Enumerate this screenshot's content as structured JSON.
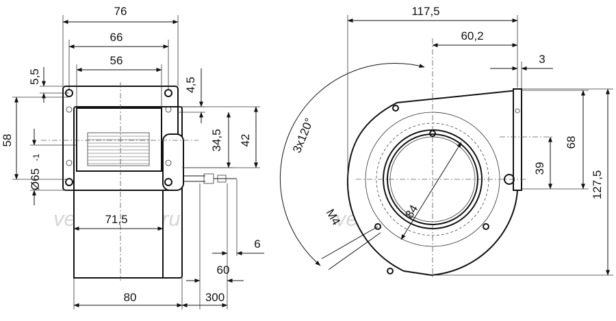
{
  "side_view": {
    "dim_width_76": "76",
    "dim_width_66": "66",
    "dim_width_56": "56",
    "dim_5_5": "5,5",
    "dim_58": "58",
    "dim_diameter_65": "Ø65",
    "dim_tolerance": "-1",
    "dim_4_5": "4,5",
    "dim_34_5": "34,5",
    "dim_42": "42",
    "dim_71_5": "71,5",
    "dim_80": "80",
    "dim_6": "6",
    "dim_60": "60",
    "dim_300": "300"
  },
  "front_view": {
    "dim_117_5": "117,5",
    "dim_60_2": "60,2",
    "dim_3": "3",
    "dim_68": "68",
    "dim_39": "39",
    "dim_127_5": "127,5",
    "dim_84": "84",
    "dim_m4": "M4",
    "dim_3x120": "3x120°"
  },
  "watermarks": [
    "ventilatorry.ru",
    "ventilatory.ru"
  ]
}
